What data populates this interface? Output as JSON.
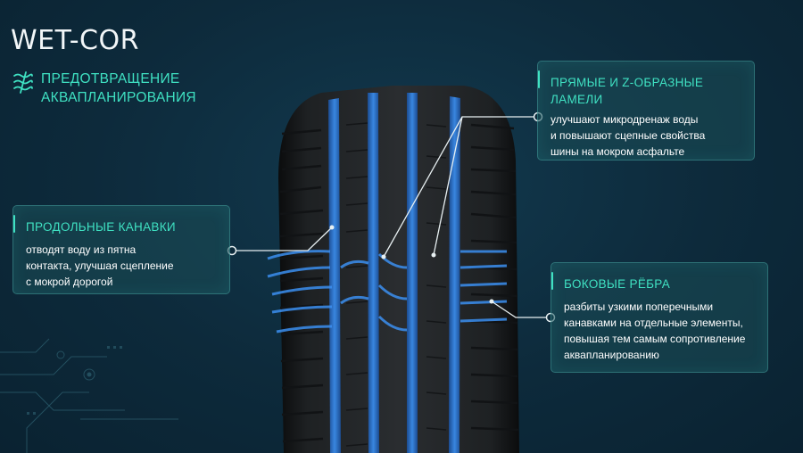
{
  "title": "WET-COR",
  "subtitle": {
    "icon": "waves-icon",
    "lines": [
      "ПРЕДОТВРАЩЕНИЕ",
      "АКВАПЛАНИРОВАНИЯ"
    ]
  },
  "callouts": {
    "sipes": {
      "heading": [
        "ПРЯМЫЕ И Z-ОБРАЗНЫЕ",
        "ЛАМЕЛИ"
      ],
      "text": [
        "улучшают микродренаж воды",
        "и повышают сцепные свойства",
        "шины на мокром асфальте"
      ]
    },
    "grooves": {
      "heading": [
        "ПРОДОЛЬНЫЕ КАНАВКИ"
      ],
      "text": [
        "отводят воду из пятна",
        "контакта, улучшая сцепление",
        "с мокрой дорогой"
      ]
    },
    "ribs": {
      "heading": [
        "БОКОВЫЕ РЁБРА"
      ],
      "text": [
        "разбиты узкими поперечными",
        "канавками на отдельные элементы,",
        "повышая тем самым сопротивление",
        "аквапланированию"
      ]
    }
  },
  "colors": {
    "accent": "#3fe1c2",
    "groove_blue": "#2f7de0",
    "background": "#0d2a3b"
  }
}
